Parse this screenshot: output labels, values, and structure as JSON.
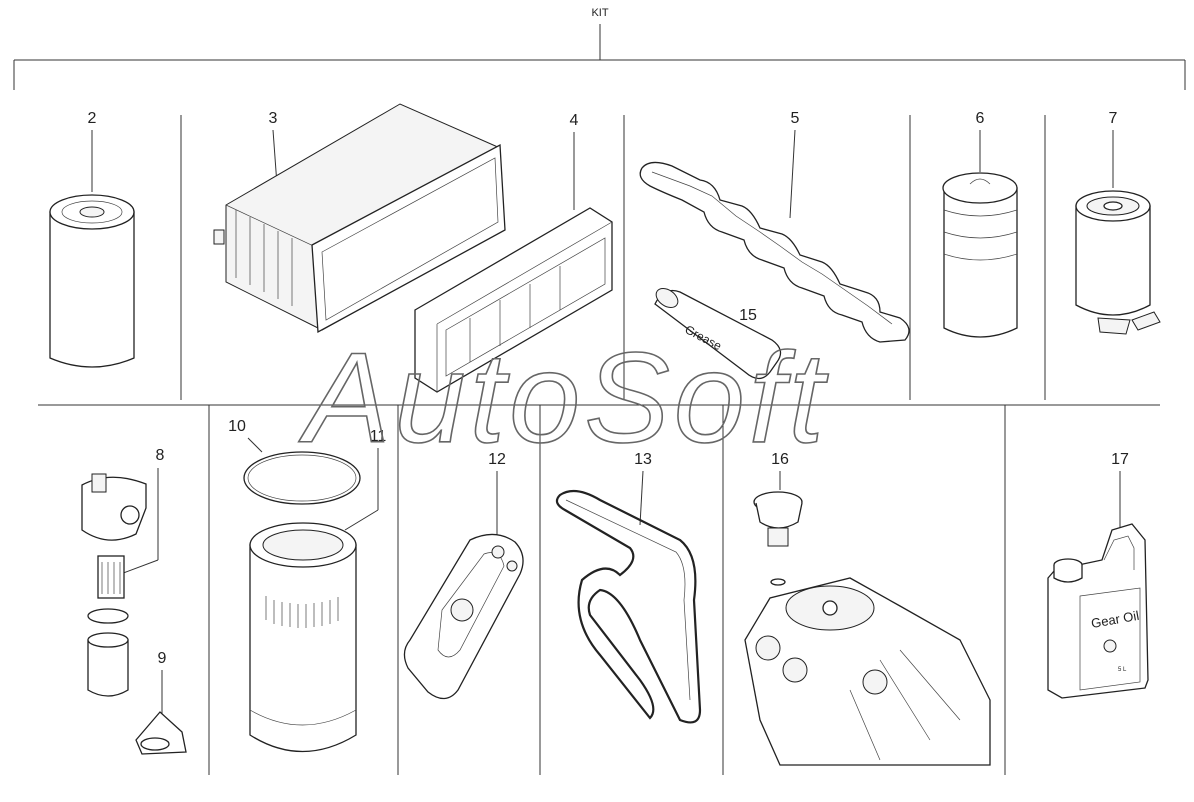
{
  "kit_label": "KIT",
  "parts": [
    {
      "id": "2",
      "caption": ""
    },
    {
      "id": "3",
      "caption": ""
    },
    {
      "id": "4",
      "caption": ""
    },
    {
      "id": "5",
      "caption": ""
    },
    {
      "id": "6",
      "caption": ""
    },
    {
      "id": "7",
      "caption": ""
    },
    {
      "id": "8",
      "caption": ""
    },
    {
      "id": "9",
      "caption": ""
    },
    {
      "id": "10",
      "caption": ""
    },
    {
      "id": "11",
      "caption": ""
    },
    {
      "id": "12",
      "caption": ""
    },
    {
      "id": "13",
      "caption": ""
    },
    {
      "id": "15",
      "caption": "Grease"
    },
    {
      "id": "16",
      "caption": ""
    },
    {
      "id": "17",
      "caption": "Gear Oil"
    }
  ],
  "watermark": "AutoSoft",
  "bottle_volume": "5 L"
}
